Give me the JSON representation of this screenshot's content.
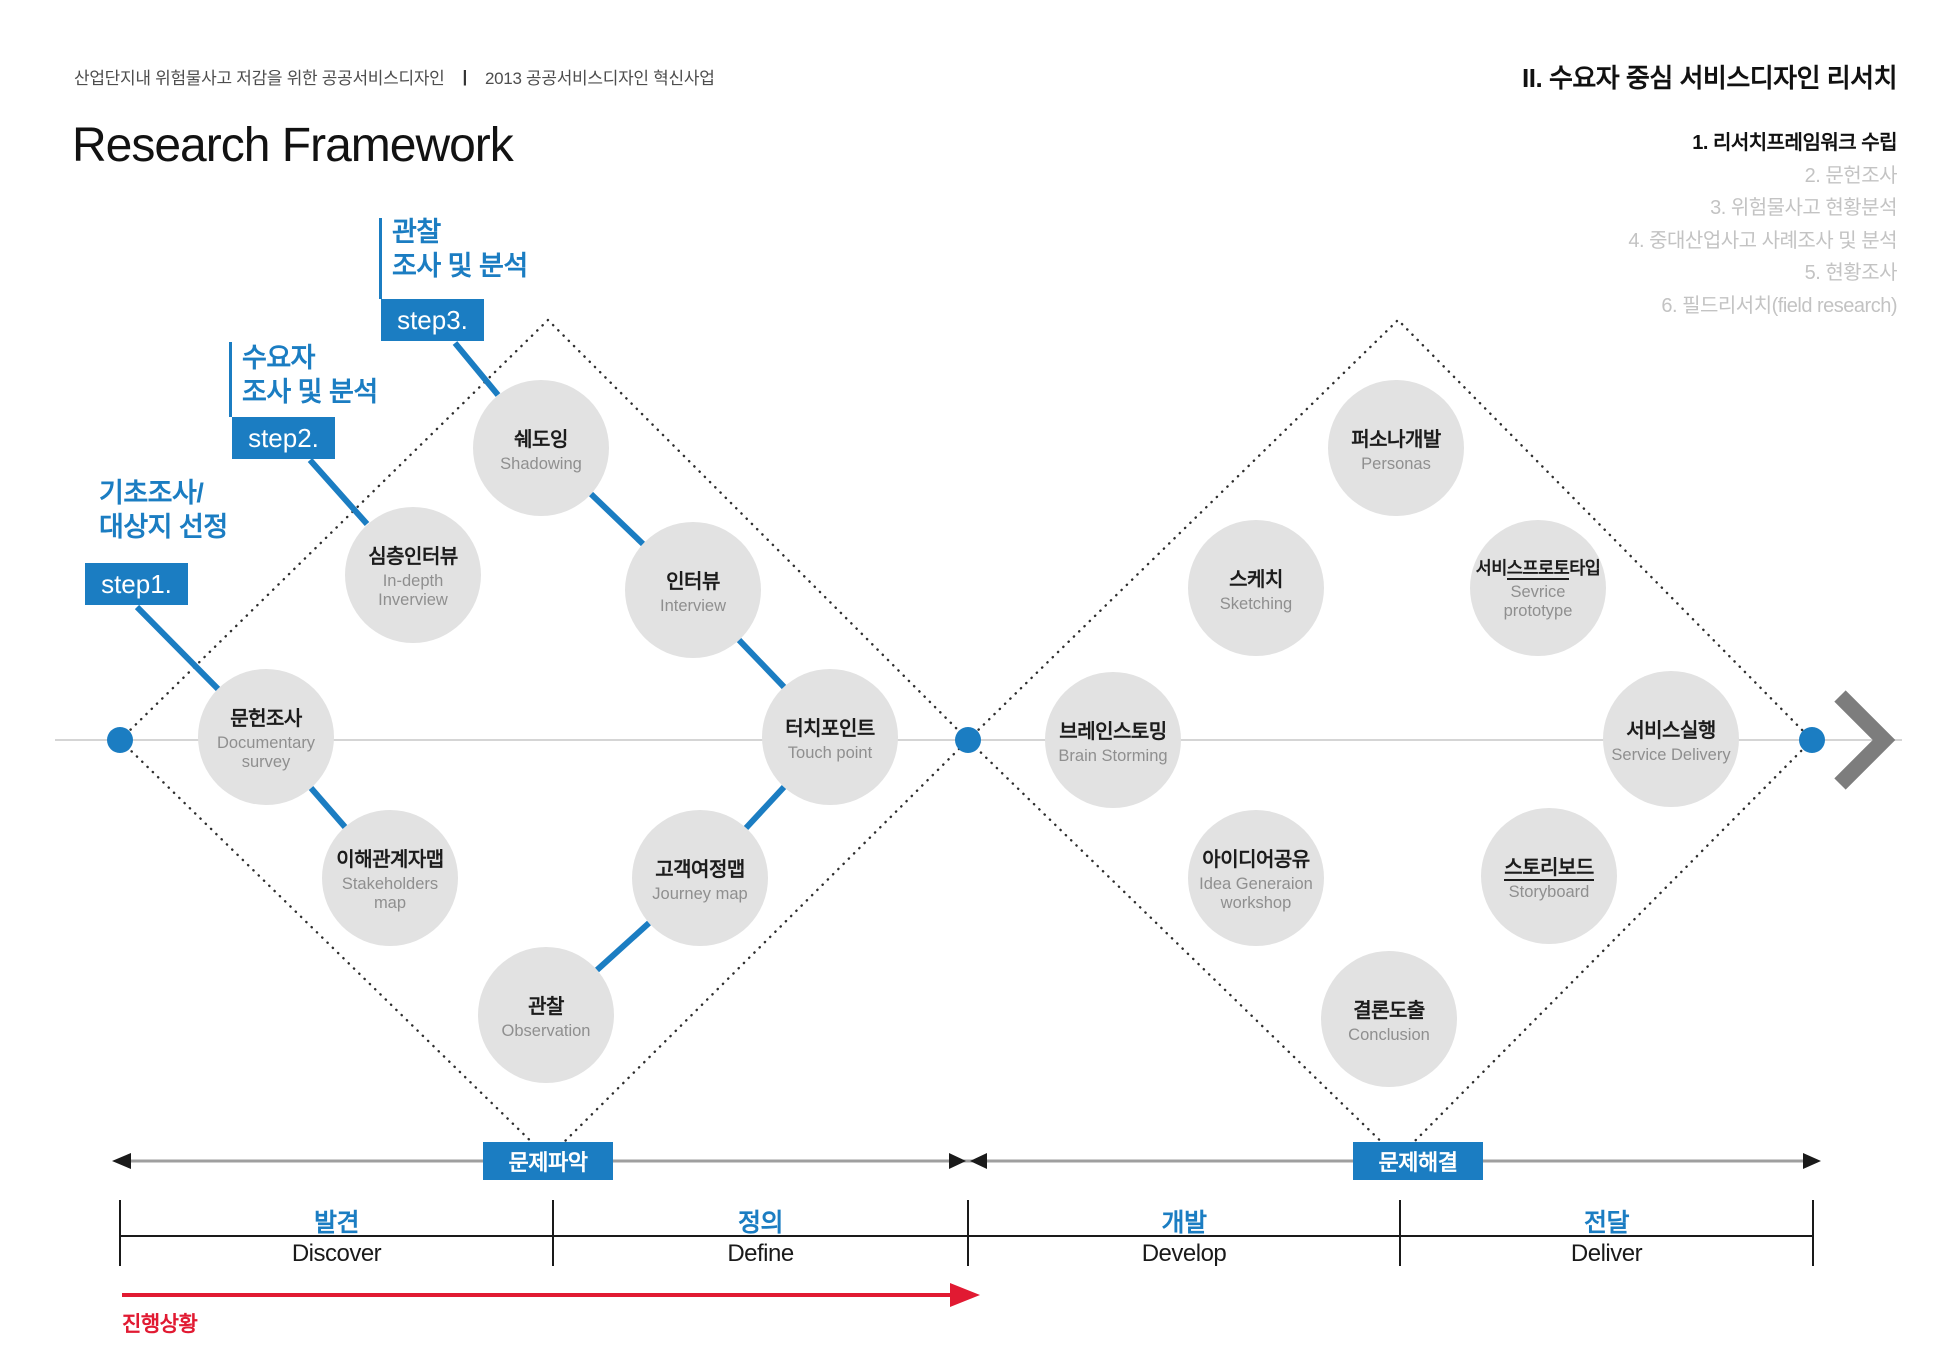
{
  "header": {
    "project": "산업단지내 위험물사고 저감을 위한 공공서비스디자인",
    "separator": "|",
    "program": "2013 공공서비스디자인 혁신사업",
    "title": "Research Framework"
  },
  "toc": {
    "heading": "II. 수요자 중심 서비스디자인 리서치",
    "items": [
      {
        "text": "1. 리서치프레임워크 수립",
        "active": true
      },
      {
        "text": "2. 문헌조사",
        "active": false
      },
      {
        "text": "3. 위험물사고 현황분석",
        "active": false
      },
      {
        "text": "4. 중대산업사고 사례조사 및 분석",
        "active": false
      },
      {
        "text": "5. 현황조사",
        "active": false
      },
      {
        "text": "6. 필드리서치(field research)",
        "active": false
      }
    ]
  },
  "steps": [
    {
      "id": "step1",
      "label_lines": [
        "기초조사/",
        "대상지 선정"
      ],
      "badge": "step1."
    },
    {
      "id": "step2",
      "label_lines": [
        "수요자",
        "조사 및 분석"
      ],
      "badge": "step2."
    },
    {
      "id": "step3",
      "label_lines": [
        "관찰",
        "조사 및 분석"
      ],
      "badge": "step3."
    }
  ],
  "diamonds": {
    "left": {
      "bottom_label": "문제파악",
      "circles": [
        {
          "id": "shadowing",
          "title": "쉐도잉",
          "subtitle": [
            "Shadowing"
          ]
        },
        {
          "id": "indepth",
          "title": "심층인터뷰",
          "subtitle": [
            "In-depth",
            "Inverview"
          ]
        },
        {
          "id": "interview",
          "title": "인터뷰",
          "subtitle": [
            "Interview"
          ]
        },
        {
          "id": "documentary",
          "title": "문헌조사",
          "subtitle": [
            "Documentary",
            "survey"
          ]
        },
        {
          "id": "touchpoint",
          "title": "터치포인트",
          "subtitle": [
            "Touch point"
          ]
        },
        {
          "id": "stakeholders",
          "title": "이해관계자맵",
          "subtitle": [
            "Stakeholders",
            "map"
          ]
        },
        {
          "id": "journey",
          "title": "고객여정맵",
          "subtitle": [
            "Journey map"
          ]
        },
        {
          "id": "observation",
          "title": "관찰",
          "subtitle": [
            "Observation"
          ]
        }
      ]
    },
    "right": {
      "bottom_label": "문제해결",
      "circles": [
        {
          "id": "personas",
          "title": "퍼소나개발",
          "subtitle": [
            "Personas"
          ]
        },
        {
          "id": "sketching",
          "title": "스케치",
          "subtitle": [
            "Sketching"
          ]
        },
        {
          "id": "prototype",
          "title": "서비스프로토타입",
          "title_parts": {
            "pre": "서비",
            "u": "스프로토",
            "post": "타입"
          },
          "subtitle": [
            "Sevrice",
            "prototype"
          ]
        },
        {
          "id": "brainstorming",
          "title": "브레인스토밍",
          "subtitle": [
            "Brain Storming"
          ]
        },
        {
          "id": "servicedelivery",
          "title": "서비스실행",
          "subtitle": [
            "Service Delivery"
          ]
        },
        {
          "id": "idea",
          "title": "아이디어공유",
          "subtitle": [
            "Idea Generaion",
            "workshop"
          ]
        },
        {
          "id": "storyboard",
          "title": "스토리보드",
          "title_parts": {
            "pre": "",
            "u": "스토리보드",
            "post": ""
          },
          "subtitle": [
            "Storyboard"
          ]
        },
        {
          "id": "conclusion",
          "title": "결론도출",
          "subtitle": [
            "Conclusion"
          ]
        }
      ]
    }
  },
  "phases": {
    "sections": [
      {
        "kr": "발견",
        "en": "Discover"
      },
      {
        "kr": "정의",
        "en": "Define"
      },
      {
        "kr": "개발",
        "en": "Develop"
      },
      {
        "kr": "전달",
        "en": "Deliver"
      }
    ],
    "progress_label": "진행상황"
  },
  "colors": {
    "accent_blue": "#1b7dc2",
    "progress_red": "#e11a32",
    "circle_gray": "#e2e2e2",
    "subtitle_gray": "#8f8f8f",
    "chevron_gray": "#7d7d7d"
  }
}
